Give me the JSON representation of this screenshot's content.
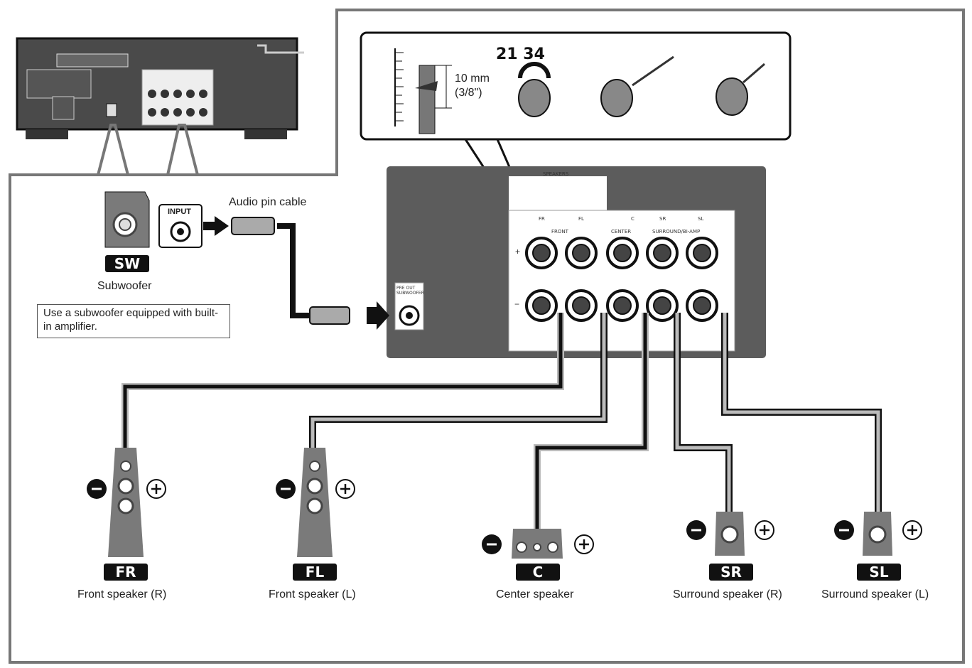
{
  "instruction": {
    "steps": "21 34",
    "strip_length": "10 mm",
    "strip_length_inch": "(3/8\")"
  },
  "cable": {
    "label": "Audio pin cable"
  },
  "subwoofer": {
    "badge": "SW",
    "name": "Subwoofer",
    "input_label": "INPUT",
    "note": "Use a subwoofer equipped with built-in amplifier."
  },
  "panel": {
    "speakers_heading": "SPEAKERS",
    "front": "FRONT",
    "center": "CENTER",
    "surround": "SURROUND/BI-AMP",
    "sub_out": "PRE OUT SUBWOOFER",
    "terminal_tags": [
      "FR",
      "FL",
      "C",
      "SR",
      "SL"
    ]
  },
  "speakers": [
    {
      "badge": "FR",
      "name": "Front speaker (R)"
    },
    {
      "badge": "FL",
      "name": "Front speaker (L)"
    },
    {
      "badge": "C",
      "name": "Center speaker"
    },
    {
      "badge": "SR",
      "name": "Surround speaker (R)"
    },
    {
      "badge": "SL",
      "name": "Surround speaker (L)"
    }
  ],
  "polarity": {
    "minus": "−",
    "plus": "+"
  },
  "colors": {
    "panel": "#5c5c5c",
    "receiver": "#4a4a4a",
    "speaker_body": "#7a7a7a",
    "badge": "#111111"
  }
}
